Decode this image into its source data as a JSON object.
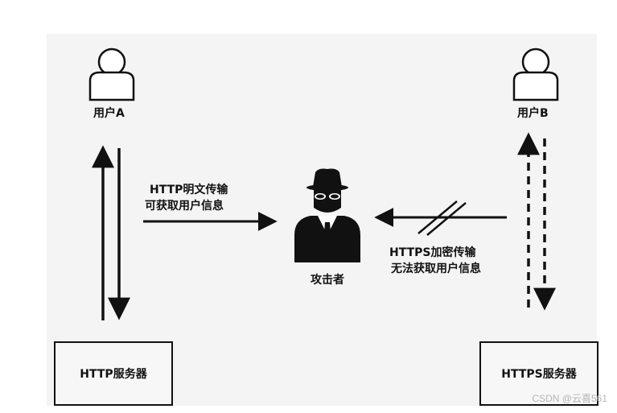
{
  "users": {
    "a": {
      "label": "用户A"
    },
    "b": {
      "label": "用户B"
    }
  },
  "attacker": {
    "label": "攻击者"
  },
  "http_edge": {
    "line1": "HTTP明文传输",
    "line2": "可获取用户信息"
  },
  "https_edge": {
    "line1": "HTTPS加密传输",
    "line2": "无法获取用户信息"
  },
  "servers": {
    "http": {
      "label": "HTTP服务器"
    },
    "https": {
      "label": "HTTPS服务器"
    }
  },
  "watermark": "CSDN @云喜561"
}
